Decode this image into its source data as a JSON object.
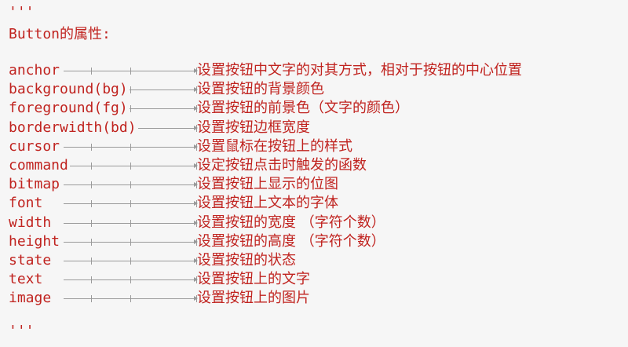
{
  "fence_open": "'''",
  "heading": "Button的属性:",
  "rows": [
    {
      "attr": "anchor",
      "desc": "设置按钮中文字的对其方式，相对于按钮的中心位置"
    },
    {
      "attr": "background(bg)",
      "desc": "设置按钮的背景颜色"
    },
    {
      "attr": "foreground(fg)",
      "desc": "设置按钮的前景色（文字的颜色）"
    },
    {
      "attr": "borderwidth(bd)",
      "desc": "设置按钮边框宽度"
    },
    {
      "attr": "cursor",
      "desc": "设置鼠标在按钮上的样式"
    },
    {
      "attr": "command",
      "desc": "设定按钮点击时触发的函数"
    },
    {
      "attr": "bitmap",
      "desc": "设置按钮上显示的位图"
    },
    {
      "attr": "font",
      "desc": "设置按钮上文本的字体"
    },
    {
      "attr": "width",
      "desc": "设置按钮的宽度  （字符个数）"
    },
    {
      "attr": "height",
      "desc": "设置按钮的高度  （字符个数）"
    },
    {
      "attr": "state",
      "desc": "设置按钮的状态"
    },
    {
      "attr": "text",
      "desc": "设置按钮上的文字"
    },
    {
      "attr": "image",
      "desc": "设置按钮上的图片"
    }
  ],
  "fence_close": "'''",
  "colors": {
    "text": "#c0231f",
    "background": "#f6f6f6",
    "tab_marker": "#9a9a9a"
  }
}
